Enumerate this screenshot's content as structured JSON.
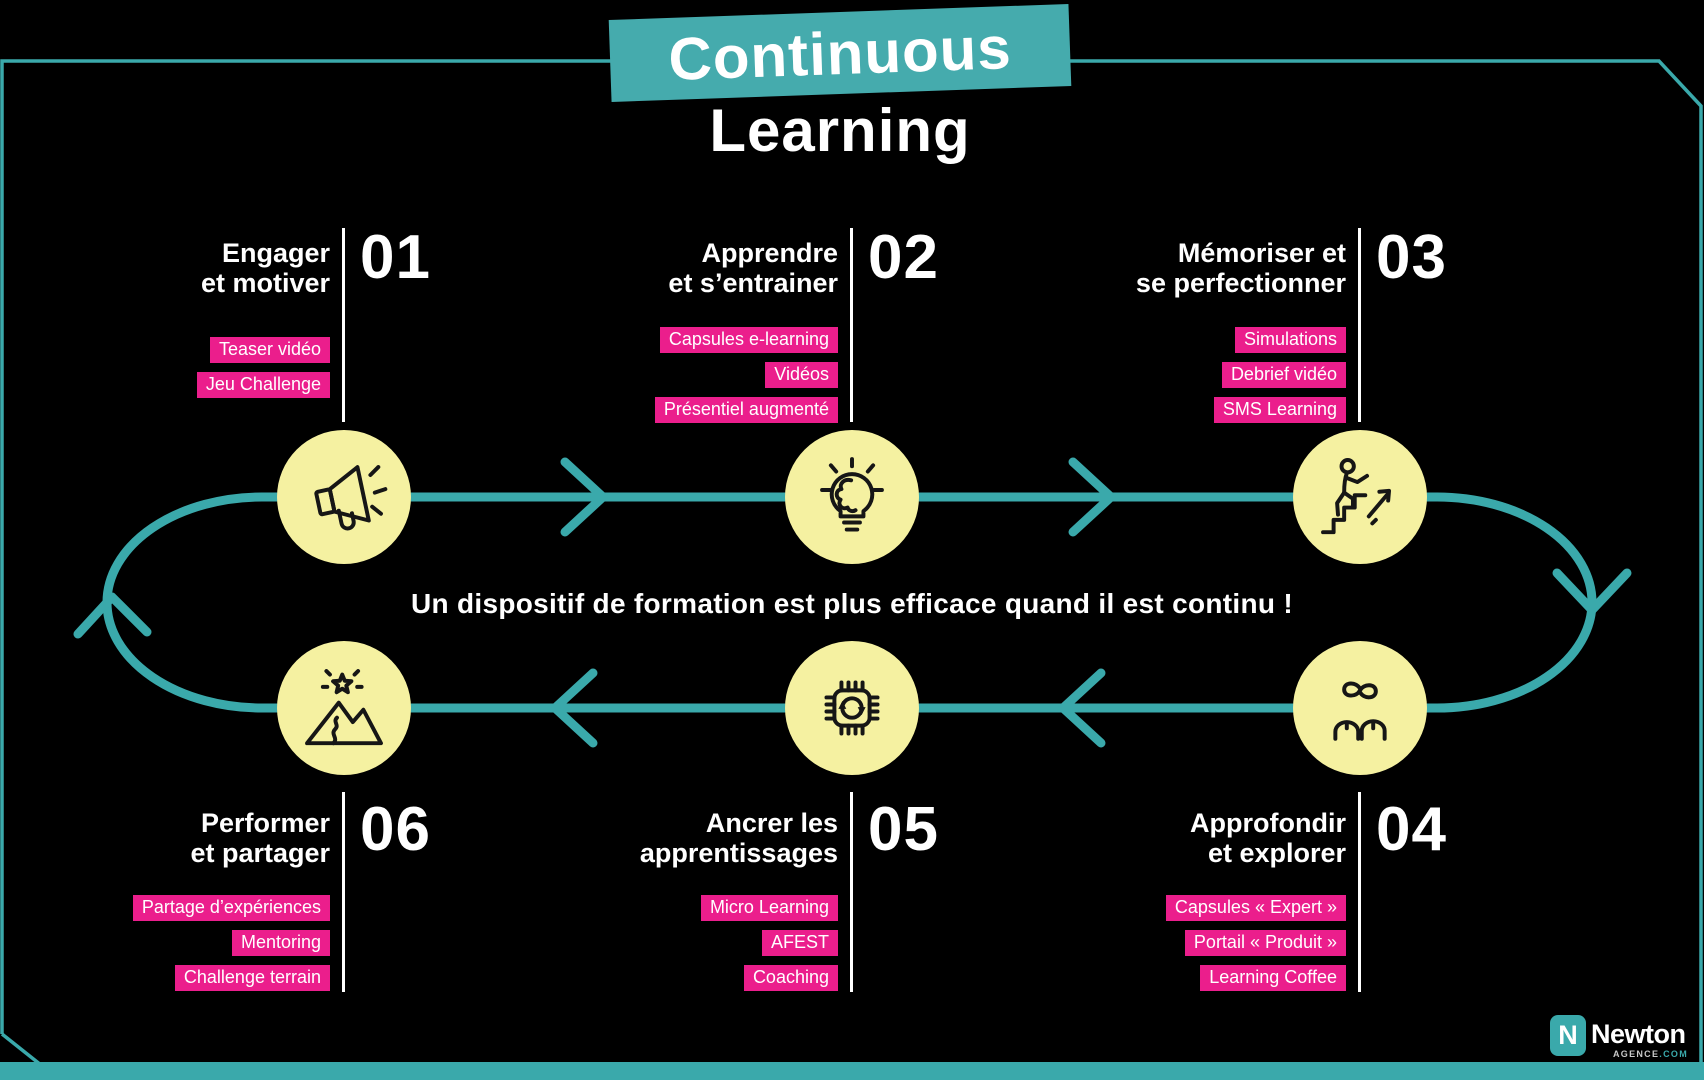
{
  "title": {
    "banner": "Continuous",
    "below": "Learning"
  },
  "center_text": "Un dispositif de formation est plus efficace quand il est continu !",
  "steps": [
    {
      "number": "01",
      "title_line1": "Engager",
      "title_line2": "et motiver",
      "tags": [
        "Teaser vidéo",
        "Jeu Challenge"
      ],
      "icon": "megaphone-icon"
    },
    {
      "number": "02",
      "title_line1": "Apprendre",
      "title_line2": "et s’entrainer",
      "tags": [
        "Capsules e-learning",
        "Vidéos",
        "Présentiel augmenté"
      ],
      "icon": "brain-bulb-icon"
    },
    {
      "number": "03",
      "title_line1": "Mémoriser et",
      "title_line2": "se perfectionner",
      "tags": [
        "Simulations",
        "Debrief vidéo",
        "SMS Learning"
      ],
      "icon": "stairs-progress-icon"
    },
    {
      "number": "04",
      "title_line1": "Approfondir",
      "title_line2": "et explorer",
      "tags": [
        "Capsules « Expert »",
        "Portail « Produit »",
        "Learning Coffee"
      ],
      "icon": "infinity-people-icon"
    },
    {
      "number": "05",
      "title_line1": "Ancrer les",
      "title_line2": "apprentissages",
      "tags": [
        "Micro Learning",
        "AFEST",
        "Coaching"
      ],
      "icon": "chip-sync-icon"
    },
    {
      "number": "06",
      "title_line1": "Performer",
      "title_line2": "et partager",
      "tags": [
        "Partage d’expériences",
        "Mentoring",
        "Challenge terrain"
      ],
      "icon": "mountain-star-icon"
    }
  ],
  "logo": {
    "icon_letter": "N",
    "name": "Newton",
    "sub_gray": "AGENCE",
    "sub_teal": ".COM"
  },
  "colors": {
    "background": "#000000",
    "teal": "#3aa9ab",
    "banner_teal": "#45abad",
    "pink": "#eb1e8c",
    "circle_yellow": "#f5f1a1",
    "text_white": "#ffffff"
  }
}
